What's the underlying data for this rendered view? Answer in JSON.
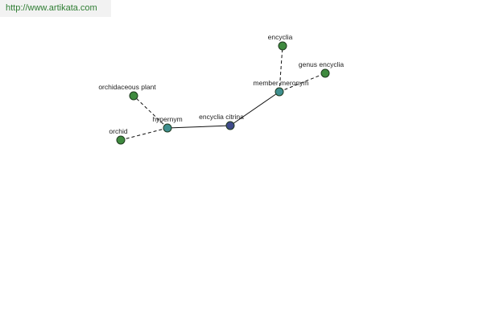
{
  "site": {
    "url_text": "http://www.artikata.com"
  },
  "colors": {
    "center_node": "#3f4a8a",
    "relation_node": "#3f8f8f",
    "leaf_node": "#3f8a3f"
  },
  "nodes": {
    "center": {
      "label": "encyclia citrina",
      "kind": "center"
    },
    "hypernym": {
      "label": "hypernym",
      "kind": "relation"
    },
    "member_meronym": {
      "label": "member meronym",
      "kind": "relation"
    },
    "orchidaceous_plant": {
      "label": "orchidaceous plant",
      "kind": "leaf"
    },
    "orchid": {
      "label": "orchid",
      "kind": "leaf"
    },
    "encyclia": {
      "label": "encyclia",
      "kind": "leaf"
    },
    "genus_encyclia": {
      "label": "genus encyclia",
      "kind": "leaf"
    }
  }
}
